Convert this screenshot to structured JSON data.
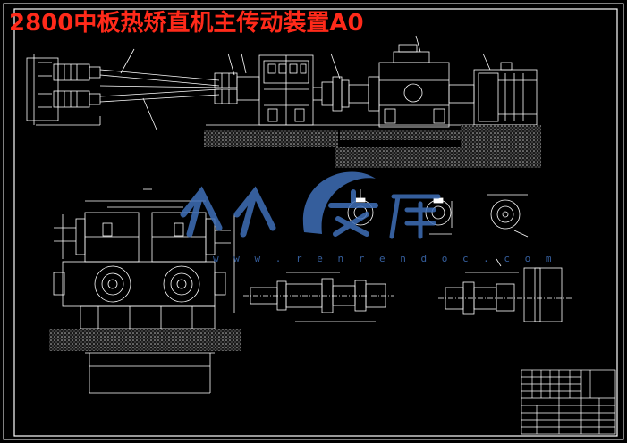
{
  "title": "2800中板热矫直机主传动装置A0",
  "watermark": {
    "url_text": "w w w . r e n r e n d o c . c o m",
    "logo_chars": "人人文库",
    "color": "#3f6fb8"
  },
  "colors": {
    "background": "#000000",
    "line": "#ffffff",
    "title": "#ff2a1a",
    "hatch": "#9a9a9a"
  }
}
